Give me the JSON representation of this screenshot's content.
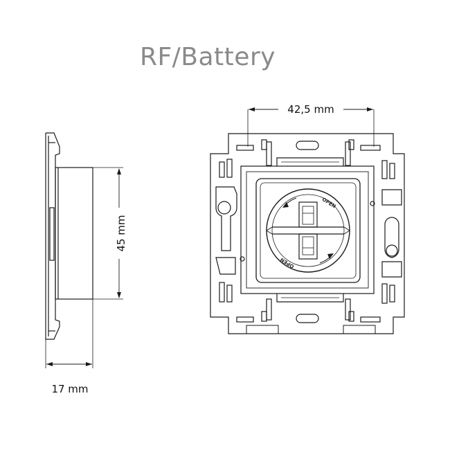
{
  "title": "RF/Battery",
  "dimensions": {
    "width_top": "42,5 mm",
    "height_side": "45 mm",
    "depth_bottom": "17 mm"
  },
  "labels": {
    "open_top": "OPEN",
    "open_bottom": "OPEN"
  },
  "colors": {
    "title": "#8a8a8a",
    "line": "#1a1a1a",
    "background": "#ffffff"
  }
}
